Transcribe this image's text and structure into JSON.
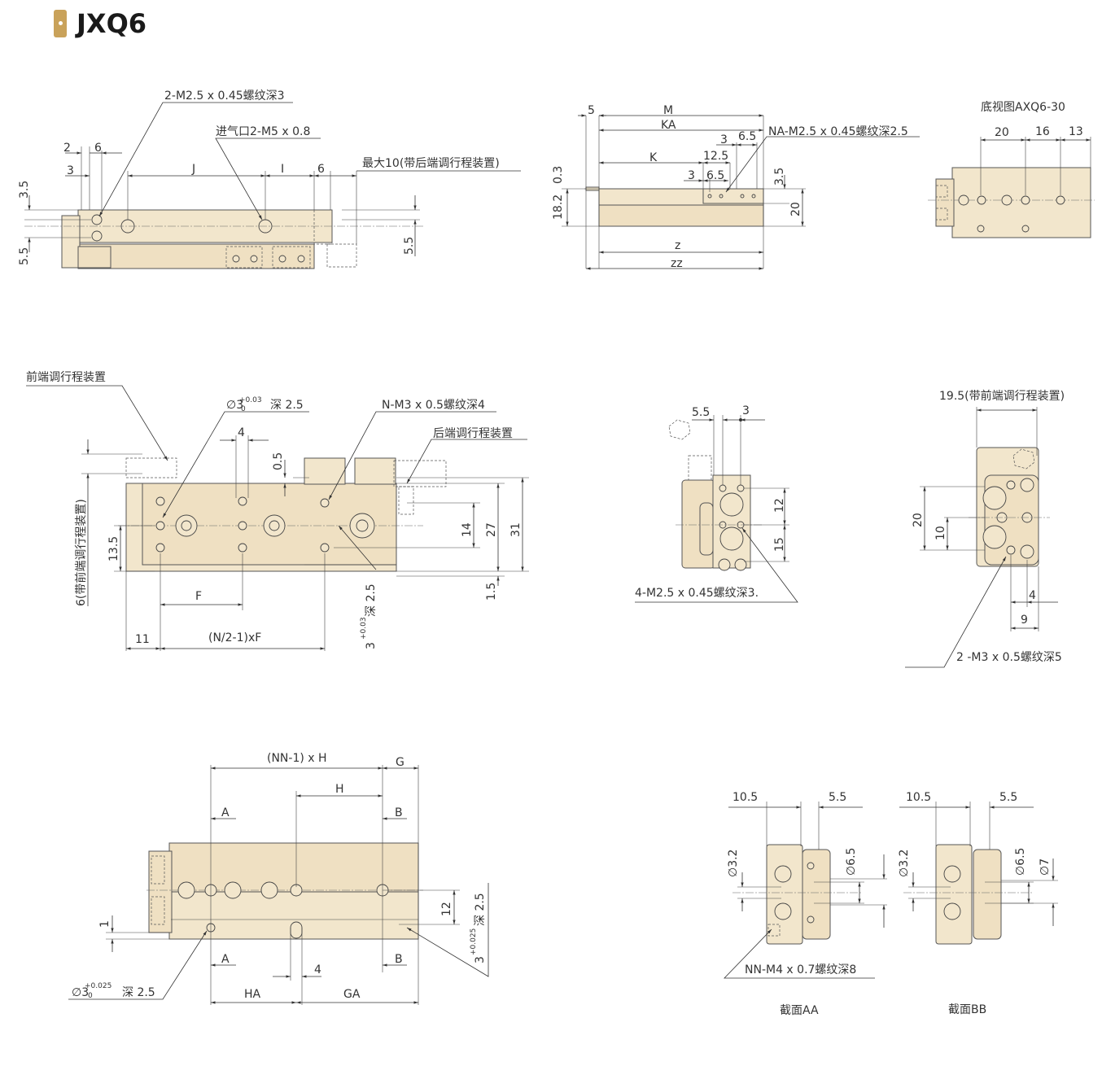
{
  "header": {
    "title": "JXQ6"
  },
  "labels": {
    "top_thread": "2-M2.5 x 0.45螺纹深3",
    "air_inlet": "进气口2-M5 x 0.8",
    "max10": "最大10(带后端调行程装置)",
    "d2": "2",
    "d6a": "6",
    "d3": "3",
    "dJ": "J",
    "dI": "I",
    "d6b": "6",
    "d3_5": "3.5",
    "d5_5a": "5.5",
    "d5_5b": "5.5",
    "side_5": "5",
    "side_M": "M",
    "side_KA": "KA",
    "side_3a": "3",
    "side_6_5a": "6.5",
    "side_NA": "NA-M2.5 x 0.45螺纹深2.5",
    "side_K": "K",
    "side_12_5": "12.5",
    "side_3b": "3",
    "side_6_5b": "6.5",
    "side_0_3": "0.3",
    "side_18_2": "18.2",
    "side_3_5": "3.5",
    "side_20": "20",
    "side_z": "z",
    "side_zz": "zz",
    "bottom_title": "底视图AXQ6-30",
    "bot_20": "20",
    "bot_16": "16",
    "bot_13": "13",
    "front_adj": "前端调行程装置",
    "hole_tol": "∅3",
    "tol_plus": "+0.03",
    "tol_zero": "0",
    "depth_2_5": "深 2.5",
    "n_thread": "N-M3 x 0.5螺纹深4",
    "rear_adj": "后端调行程装置",
    "p_4": "4",
    "p_0_5": "0.5",
    "p_6_front": "6(带前端调行程装置)",
    "p_13_5": "13.5",
    "p_14": "14",
    "p_27": "27",
    "p_31": "31",
    "p_1_5": "1.5",
    "p_F": "F",
    "p_11": "11",
    "p_N2F": "(N/2-1)xF",
    "p_3tol": "3",
    "p_3_deep": "深 2.5",
    "e_5_5": "5.5",
    "e_3": "3",
    "e_12": "12",
    "e_15": "15",
    "e_thread": "4-M2.5 x 0.45螺纹深3.",
    "r_19_5": "19.5(带前端调行程装置)",
    "r_20": "20",
    "r_10": "10",
    "r_4": "4",
    "r_9": "9",
    "r_thread": "2 -M3 x 0.5螺纹深5",
    "b_NN": "(NN-1) x H",
    "b_G": "G",
    "b_H": "H",
    "b_A1": "A",
    "b_B1": "B",
    "b_A2": "A",
    "b_B2": "B",
    "b_12": "12",
    "b_1": "1",
    "b_4": "4",
    "b_HA": "HA",
    "b_GA": "GA",
    "b_3": "3",
    "b_tol_plus": "+0.025",
    "b_tol_zero": "0",
    "b_deep": "深 2.5",
    "b_hole": "∅3",
    "b_hole_plus": "+0.025",
    "b_hole_zero": "0",
    "b_hole_deep": "深 2.5",
    "sa_10_5": "10.5",
    "sa_5_5": "5.5",
    "sa_3_2": "∅3.2",
    "sa_6_5": "∅6.5",
    "sa_thread": "NN-M4 x 0.7螺纹深8",
    "sa_title": "截面AA",
    "sb_10_5": "10.5",
    "sb_5_5": "5.5",
    "sb_3_2": "∅3.2",
    "sb_6_5": "∅6.5",
    "sb_7": "∅7",
    "sb_title": "截面BB"
  },
  "colors": {
    "accent": "#c9a25a",
    "body": "#f2e6cc",
    "line": "#333333"
  }
}
